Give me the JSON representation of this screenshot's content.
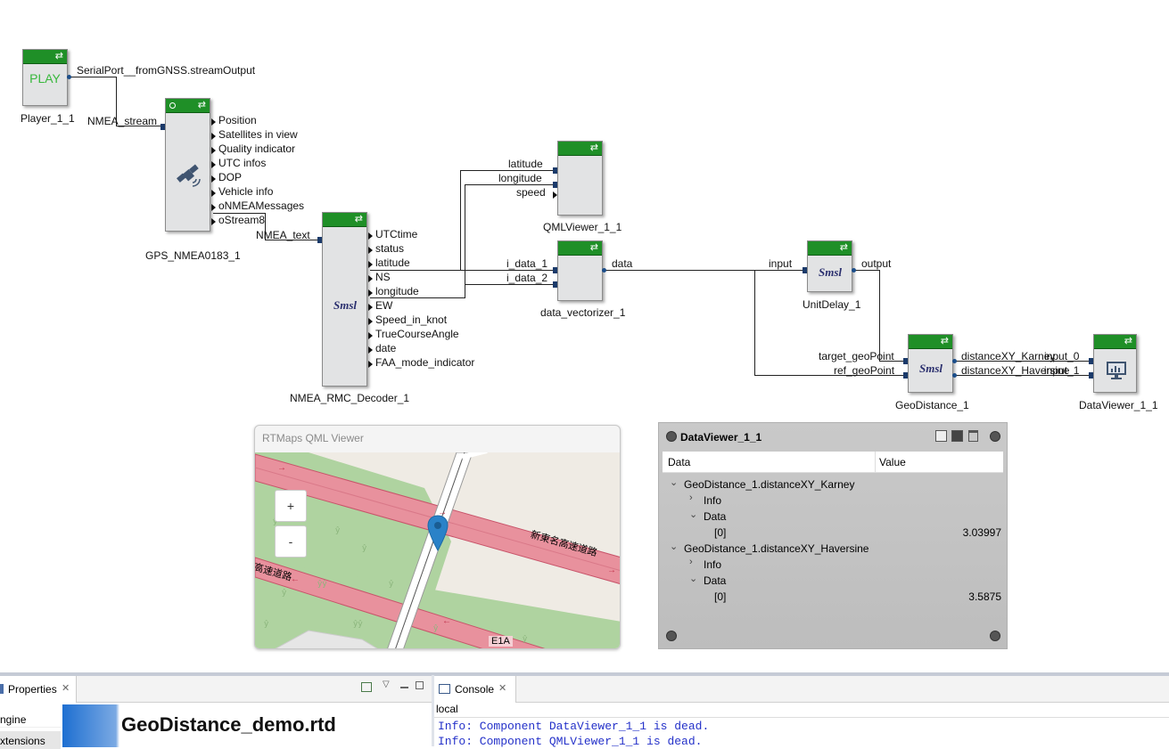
{
  "blocks": {
    "player": {
      "button": "PLAY",
      "name": "Player_1_1",
      "output": "SerialPort__fromGNSS.streamOutput"
    },
    "gps": {
      "name": "GPS_NMEA0183_1",
      "input": "NMEA_stream",
      "outputs": [
        "Position",
        "Satellites in view",
        "Quality indicator",
        "UTC infos",
        "DOP",
        "Vehicle info",
        "oNMEAMessages",
        "oStream8"
      ]
    },
    "rmc": {
      "name": "NMEA_RMC_Decoder_1",
      "input": "NMEA_text",
      "icon_text": "Smsl",
      "outputs": [
        "UTCtime",
        "status",
        "latitude",
        "NS",
        "longitude",
        "EW",
        "Speed_in_knot",
        "TrueCourseAngle",
        "date",
        "FAA_mode_indicator"
      ]
    },
    "qml": {
      "name": "QMLViewer_1_1",
      "inputs": [
        "latitude",
        "longitude",
        "speed"
      ]
    },
    "vectorizer": {
      "name": "data_vectorizer_1",
      "inputs": [
        "i_data_1",
        "i_data_2"
      ],
      "output": "data"
    },
    "unitdelay": {
      "name": "UnitDelay_1",
      "input": "input",
      "output": "output",
      "icon_text": "Smsl"
    },
    "geodistance": {
      "name": "GeoDistance_1",
      "icon_text": "Smsl",
      "inputs": [
        "target_geoPoint",
        "ref_geoPoint"
      ],
      "outputs": [
        "distanceXY_Karney",
        "distanceXY_Haversine"
      ]
    },
    "dataviewer": {
      "name": "DataViewer_1_1",
      "inputs": [
        "input_0",
        "input_1"
      ]
    }
  },
  "qml_viewer": {
    "title": "RTMaps QML Viewer",
    "zoom_in": "+",
    "zoom_out": "-",
    "road_label_1": "新東名高速道路",
    "road_label_2": "高速道路",
    "route_label": "E1A"
  },
  "data_viewer": {
    "title": "DataViewer_1_1",
    "columns": [
      "Data",
      "Value"
    ],
    "rows": [
      {
        "label": "GeoDistance_1.distanceXY_Karney",
        "value": "",
        "indent": 0,
        "chevron": "down"
      },
      {
        "label": "Info",
        "value": "",
        "indent": 1,
        "chevron": "right"
      },
      {
        "label": "Data",
        "value": "",
        "indent": 1,
        "chevron": "down"
      },
      {
        "label": "[0]",
        "value": "3.03997",
        "indent": 2,
        "chevron": ""
      },
      {
        "label": "GeoDistance_1.distanceXY_Haversine",
        "value": "",
        "indent": 0,
        "chevron": "down"
      },
      {
        "label": "Info",
        "value": "",
        "indent": 1,
        "chevron": "right"
      },
      {
        "label": "Data",
        "value": "",
        "indent": 1,
        "chevron": "down"
      },
      {
        "label": "[0]",
        "value": "3.5875",
        "indent": 2,
        "chevron": ""
      }
    ]
  },
  "properties_panel": {
    "tab": "Properties",
    "rows": [
      "Engine",
      "Extensions"
    ],
    "rows_visible": [
      "ngine",
      "xtensions"
    ],
    "diagram_title": "GeoDistance_demo.rtd"
  },
  "console_panel": {
    "tab": "Console",
    "context": "local",
    "lines": [
      "Info: Component DataViewer_1_1 is dead.",
      "Info: Component QMLViewer_1_1 is dead."
    ]
  },
  "colors": {
    "block_bar": "#1f8f27",
    "block_body": "#e2e3e4",
    "console_text": "#2431c9",
    "map_green": "#afd3a0",
    "road_pink": "#e8919d"
  }
}
